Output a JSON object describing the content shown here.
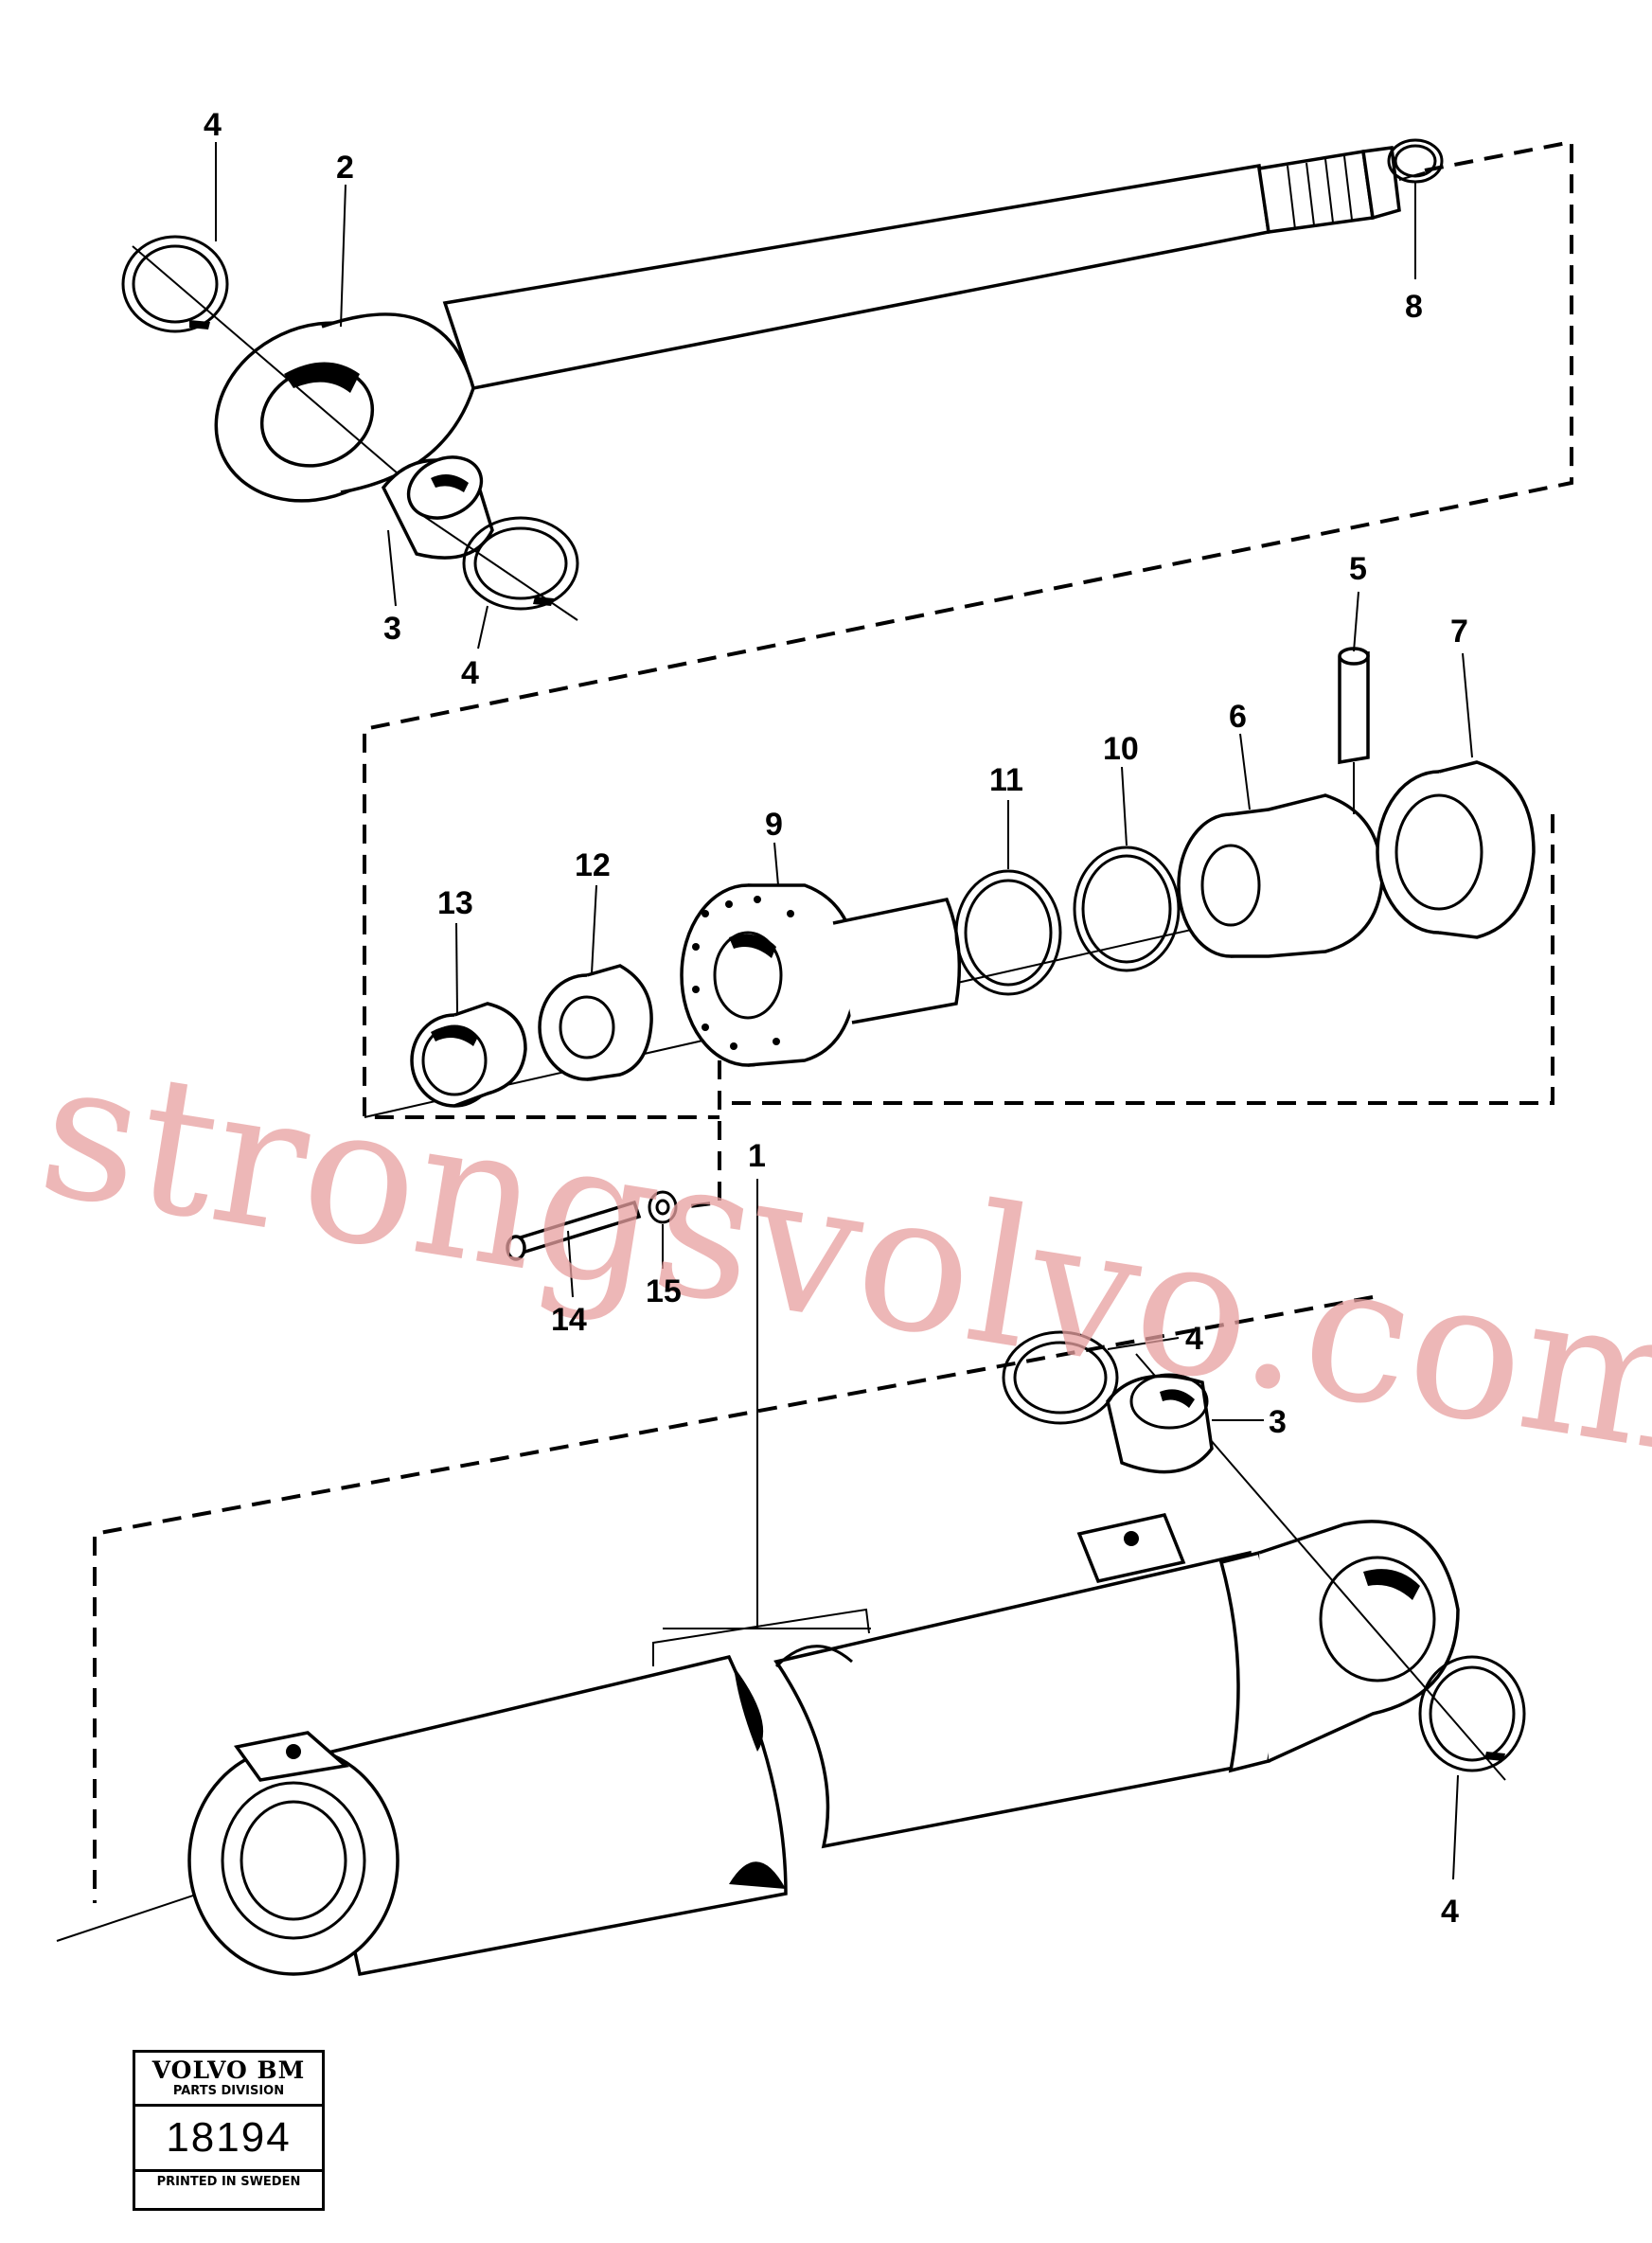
{
  "diagram": {
    "watermark": "strongsvolvo.com",
    "callouts": [
      "4",
      "2",
      "8",
      "3",
      "4",
      "5",
      "7",
      "6",
      "10",
      "11",
      "9",
      "12",
      "13",
      "14",
      "15",
      "4",
      "3",
      "1",
      "4"
    ]
  },
  "stamp": {
    "brand": "VOLVO BM",
    "division": "PARTS DIVISION",
    "number": "18194",
    "printed": "PRINTED IN SWEDEN"
  }
}
